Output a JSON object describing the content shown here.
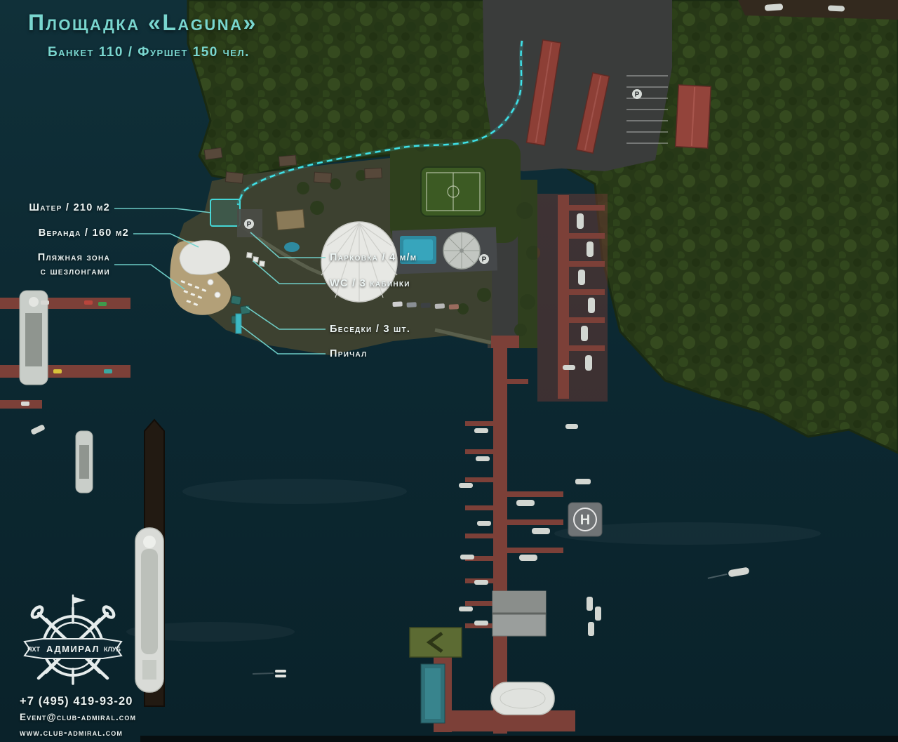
{
  "header": {
    "title": "Площадка «Laguna»",
    "subtitle": "Банкет 110 / Фуршет 150 чел."
  },
  "callouts": {
    "tent": "Шатер / 210 м2",
    "veranda": "Веранда / 160 м2",
    "beach": "Пляжная зона\nс шезлонгами",
    "parking": "Парковка / 4 м/м",
    "wc": "WC / 3 кабинки",
    "gazebos": "Беседки / 3 шт.",
    "pier": "Причал"
  },
  "map_labels": {
    "helipad": "H",
    "parking_marker": "P"
  },
  "logo": {
    "left": "ЯХТ",
    "center": "АДМИРАЛ",
    "right": "КЛУБ"
  },
  "contacts": {
    "phone": "+7 (495) 419-93-20",
    "email": "Event@club-admiral.com",
    "website": "www.club-admiral.com"
  },
  "colors": {
    "accent_teal": "#79d6cf",
    "route_cyan": "#3fe3ea",
    "water": "#0c2731",
    "forest": "#273817",
    "pier_red": "#7c4038"
  }
}
